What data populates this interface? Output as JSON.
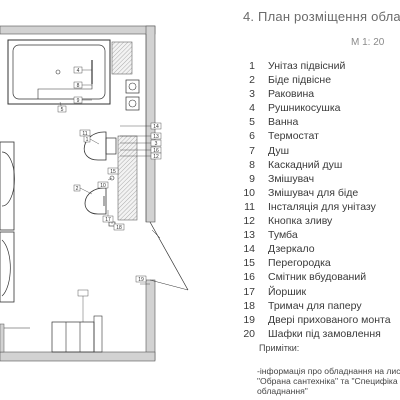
{
  "title": "4. План розміщення обла",
  "scale": "М 1: 20",
  "legend": [
    {
      "num": "1",
      "label": "Унітаз підвісний"
    },
    {
      "num": "2",
      "label": "Біде підвісне"
    },
    {
      "num": "3",
      "label": "Раковина"
    },
    {
      "num": "4",
      "label": "Рушникосушка"
    },
    {
      "num": "5",
      "label": "Ванна"
    },
    {
      "num": "6",
      "label": "Термостат"
    },
    {
      "num": "7",
      "label": "Душ"
    },
    {
      "num": "8",
      "label": "Каскадний душ"
    },
    {
      "num": "9",
      "label": "Змішувач"
    },
    {
      "num": "10",
      "label": "Змішувач для біде"
    },
    {
      "num": "11",
      "label": "Інсталяція для унітазу"
    },
    {
      "num": "12",
      "label": "Кнопка зливу"
    },
    {
      "num": "13",
      "label": "Тумба"
    },
    {
      "num": "14",
      "label": "Дзеркало"
    },
    {
      "num": "15",
      "label": "Перегородка"
    },
    {
      "num": "16",
      "label": "Смітник вбудований"
    },
    {
      "num": "17",
      "label": "Йоршик"
    },
    {
      "num": "18",
      "label": "Тримач для паперу"
    },
    {
      "num": "19",
      "label": "Двері прихованого монта"
    },
    {
      "num": "20",
      "label": "Шафки під замовлення"
    }
  ],
  "notes": {
    "title": "Примітки:",
    "line1": "-інформація про обладнання на лис",
    "line2": "\"Обрана сантехніка\" та \"Специфіка",
    "line3": "обладнання\""
  },
  "tags": [
    "4",
    "8",
    "9",
    "5",
    "14",
    "13",
    "3",
    "16",
    "12",
    "11",
    "15",
    "1",
    "2",
    "10",
    "17",
    "18",
    "19"
  ]
}
